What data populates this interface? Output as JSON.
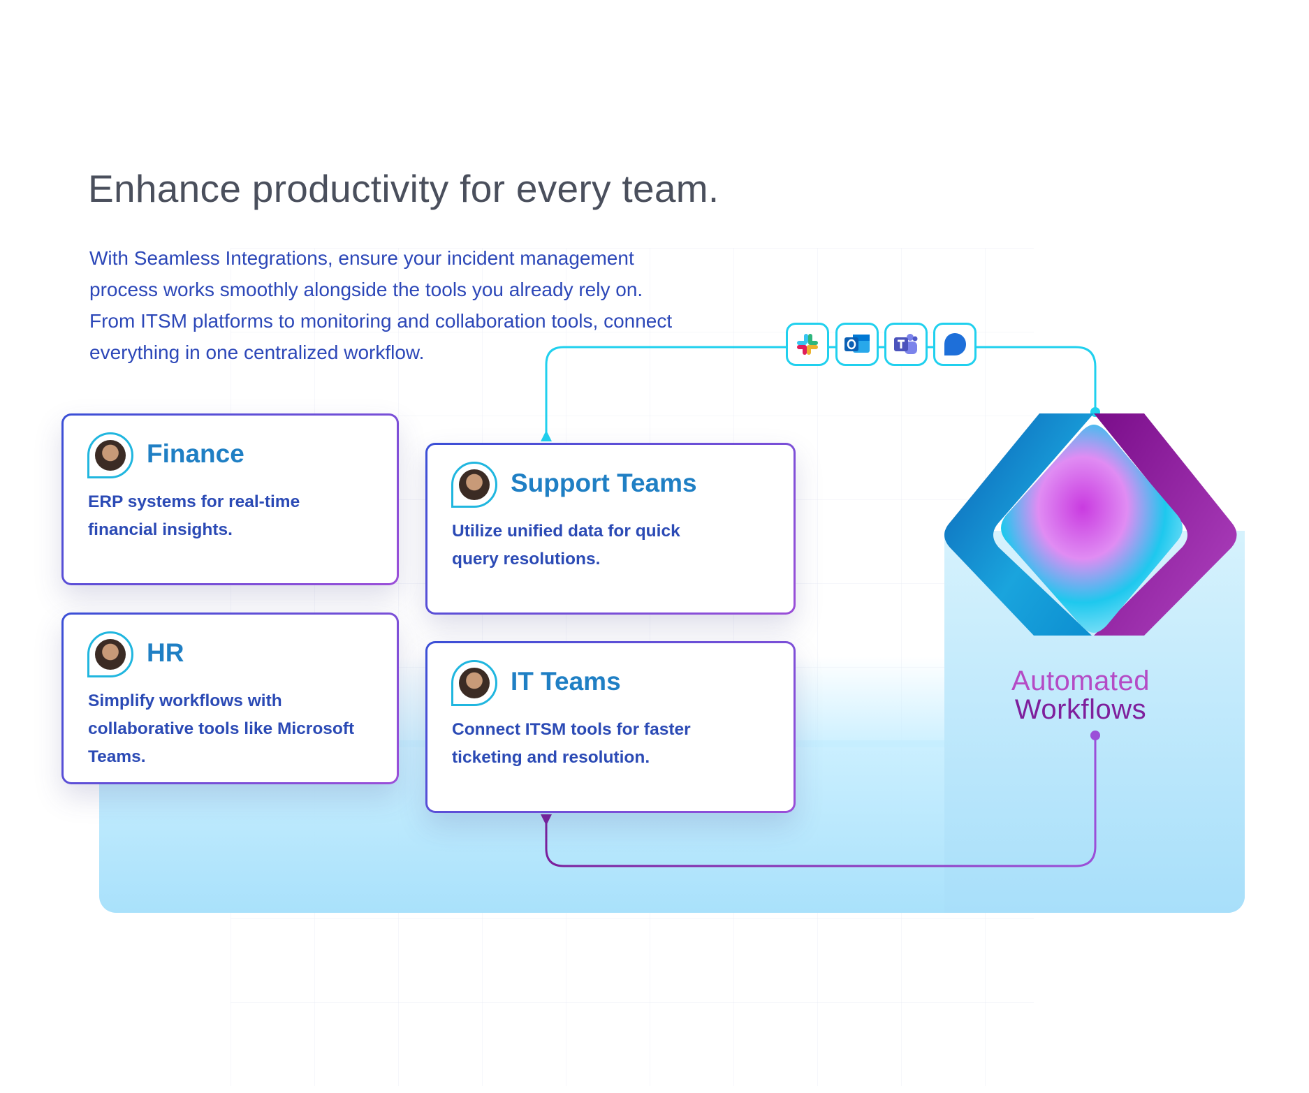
{
  "heading": "Enhance productivity for every team.",
  "intro": {
    "lines": [
      "With Seamless Integrations, ensure your incident management",
      "process works smoothly alongside the tools you already rely on.",
      "From ITSM platforms to monitoring and collaboration tools, connect",
      "everything in one centralized workflow."
    ]
  },
  "cards": {
    "finance": {
      "title": "Finance",
      "desc": [
        "ERP systems for real-time",
        "financial insights."
      ]
    },
    "hr": {
      "title": "HR",
      "desc": [
        "Simplify workflows with",
        "collaborative tools like Microsoft",
        "Teams."
      ]
    },
    "support": {
      "title": "Support Teams",
      "desc": [
        "Utilize unified data for quick",
        "query resolutions."
      ]
    },
    "it": {
      "title": "IT Teams",
      "desc": [
        "Connect ITSM tools for faster",
        "ticketing and resolution."
      ]
    }
  },
  "tools": [
    "slack-icon",
    "outlook-icon",
    "teams-icon",
    "chat-bubble-icon"
  ],
  "automated": {
    "line1": "Automated",
    "line2": "Workflows"
  },
  "colors": {
    "cyan": "#20d0ee",
    "purple": "#8a34b8",
    "title_blue": "#1f7fc4",
    "text_blue": "#2b4ab5"
  }
}
